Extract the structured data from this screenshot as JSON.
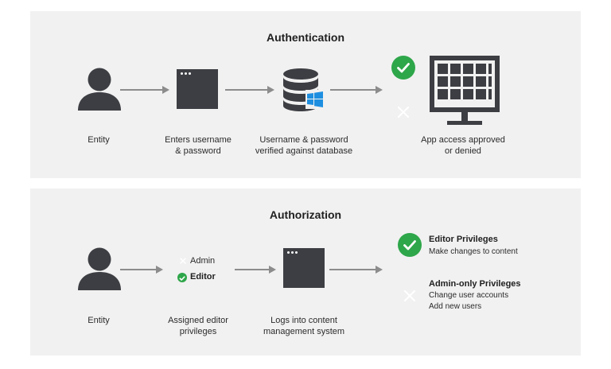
{
  "authentication": {
    "title": "Authentication",
    "entity_label": "Entity",
    "step1_line1": "Enters username",
    "step1_line2": "& password",
    "step2_line1": "Username & password",
    "step2_line2": "verified against database",
    "step3_line1": "App access approved",
    "step3_line2": "or denied"
  },
  "authorization": {
    "title": "Authorization",
    "entity_label": "Entity",
    "roles": [
      "Admin",
      "Editor"
    ],
    "selected_role": "Editor",
    "step1_line1": "Assigned editor",
    "step1_line2": "privileges",
    "step2_line1": "Logs into content",
    "step2_line2": "management system",
    "privileges": [
      {
        "title": "Editor Privileges",
        "granted": true,
        "details": [
          "Make changes to content"
        ]
      },
      {
        "title": "Admin-only Privileges",
        "granted": false,
        "details": [
          "Change user accounts",
          "Add new users"
        ]
      }
    ]
  },
  "colors": {
    "panel": "#f1f1f1",
    "icon_dark": "#3d3e43",
    "arrow": "#8c8c8c",
    "success_green": "#2ea64a",
    "windows_blue": "#1e8fe0"
  },
  "icons": [
    "person-icon",
    "browser-window-icon",
    "database-icon",
    "windows-logo-icon",
    "check-icon",
    "x-icon",
    "monitor-grid-icon"
  ]
}
